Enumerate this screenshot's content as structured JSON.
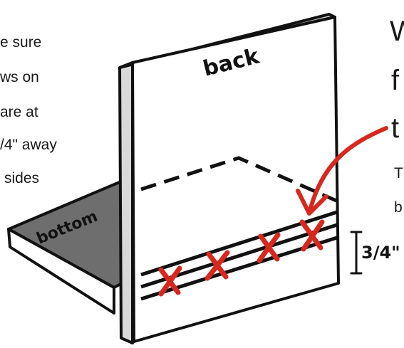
{
  "left_note": {
    "lines": [
      "e sure",
      "ws on",
      "are at",
      "/4\" away",
      "sides"
    ]
  },
  "right_note": {
    "big_lines": [
      "W",
      "f",
      "t"
    ],
    "small_lines": [
      "T",
      "b"
    ]
  },
  "diagram": {
    "back_label": "back",
    "bottom_label": "bottom",
    "measure_label": "3/4\"",
    "colors": {
      "ink": "#111111",
      "panel_side": "#d9d9d9",
      "bottom_top": "#6e6e6e",
      "mark": "#d8281e"
    }
  }
}
